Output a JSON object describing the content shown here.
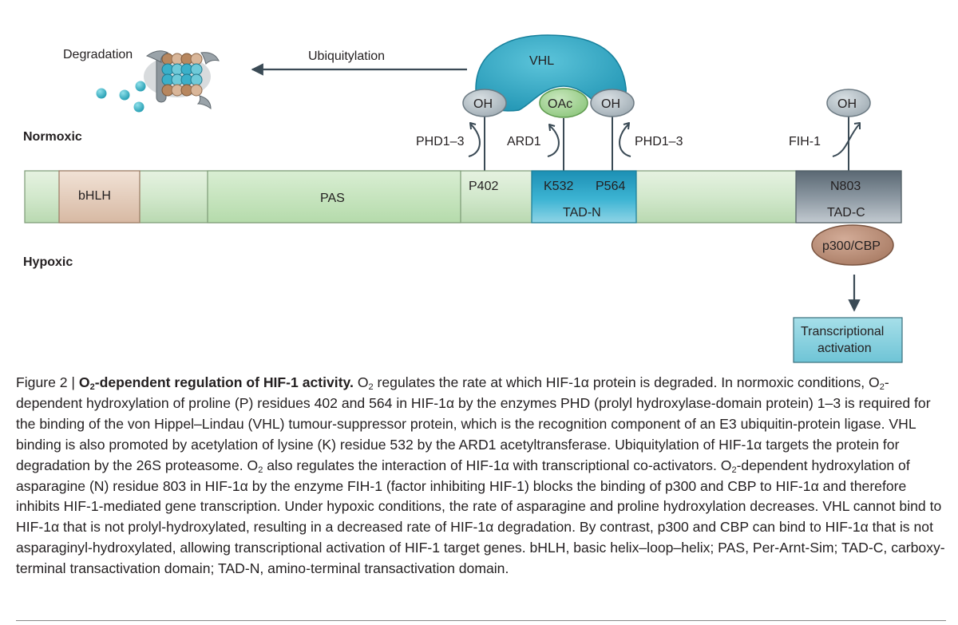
{
  "diagram": {
    "degradation": "Degradation",
    "ubiquitylation": "Ubiquitylation",
    "vhl": "VHL",
    "oh": "OH",
    "oac": "OAc",
    "phd_left": "PHD1–3",
    "ard1": "ARD1",
    "phd_right": "PHD1–3",
    "fih": "FIH-1",
    "normoxic": "Normoxic",
    "hypoxic": "Hypoxic",
    "bhlh": "bHLH",
    "pas": "PAS",
    "p402": "P402",
    "k532": "K532",
    "p564": "P564",
    "tad_n": "TAD-N",
    "n803": "N803",
    "tad_c": "TAD-C",
    "p300cbp": "p300/CBP",
    "transcriptional": "Transcriptional",
    "activation": "activation"
  },
  "colors": {
    "protein_bar": "#d4e8cf",
    "bhlh_domain": "#e8d2c2",
    "pas_domain": "#c9e4c2",
    "tad_n_domain": "#2da8c9",
    "tad_c_domain": "#7f8b95",
    "vhl": "#2ba6c2",
    "oh_bubble": "#b9c3ca",
    "oac_bubble": "#a8d39a",
    "p300cbp": "#b88a72",
    "activation_box": "#8ed3e0",
    "arrow": "#3a4a55"
  },
  "caption": {
    "figure_no": "Figure 2 |",
    "title_o": "O",
    "title_sub": "2",
    "title_rest": "-dependent regulation of HIF-1 activity.",
    "s1": "O",
    "s1sub": "2",
    "s1b": "regulates the rate at which HIF-1α protein is degraded. In normoxic conditions, O",
    "s2sub": "2",
    "s2b": "-dependent hydroxylation of proline (P) residues 402 and 564 in HIF-1α by the enzymes PHD (prolyl hydroxylase-domain protein) 1–3 is required for the binding of the von Hippel–Lindau (VHL) tumour-suppressor protein, which is the recognition component of an E3 ubiquitin-protein ligase. VHL binding is also promoted by acetylation of lysine (K) residue 532 by the ARD1 acetyltransferase. Ubiquitylation of HIF-1α targets the protein for degradation by the 26S proteasome. O",
    "s3sub": "2",
    "s3b": "also regulates the interaction of HIF-1α with transcriptional co-activators. O",
    "s4sub": "2",
    "s4b": "-dependent hydroxylation of asparagine (N) residue 803 in HIF-1α by the enzyme FIH-1 (factor inhibiting HIF-1) blocks the binding of p300 and CBP to HIF-1α and therefore inhibits HIF-1-mediated gene transcription. Under hypoxic conditions, the rate of asparagine and proline hydroxylation decreases. VHL cannot bind to HIF-1α that is not prolyl-hydroxylated, resulting in a decreased rate of HIF-1α degradation. By contrast, p300 and CBP can bind to HIF-1α that is not asparaginyl-hydroxylated, allowing transcriptional activation of HIF-1 target genes. bHLH, basic helix–loop–helix; PAS, Per-Arnt-Sim; TAD-C, carboxy-terminal transactivation domain; TAD-N, amino-terminal transactivation domain."
  }
}
